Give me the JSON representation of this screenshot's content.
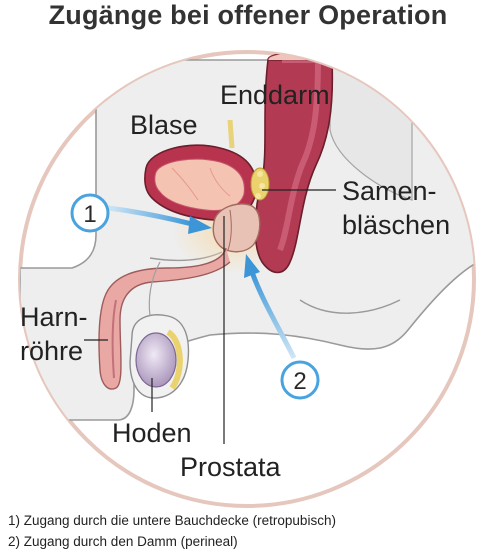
{
  "title": "Zugänge bei offener Operation",
  "labels": {
    "enddarm": "Enddarm",
    "blase": "Blase",
    "samen_line1": "Samen-",
    "samen_line2": "bläschen",
    "harn_line1": "Harn-",
    "harn_line2": "röhre",
    "hoden": "Hoden",
    "prostata": "Prostata"
  },
  "markers": {
    "one": "1",
    "two": "2"
  },
  "footnotes": [
    "1) Zugang durch die untere Bauchdecke (retropubisch)",
    "2) Zugang durch den Damm (perineal)"
  ],
  "colors": {
    "circle_border": "#e6c7bd",
    "skin": "#eeeeee",
    "organ": "#b8344e",
    "organ_inner": "#f4c3b2",
    "prostate": "#e8c2b4",
    "arrow": "#4aa3df",
    "testis": "#c6b5d3",
    "yellow": "#ead36e"
  }
}
